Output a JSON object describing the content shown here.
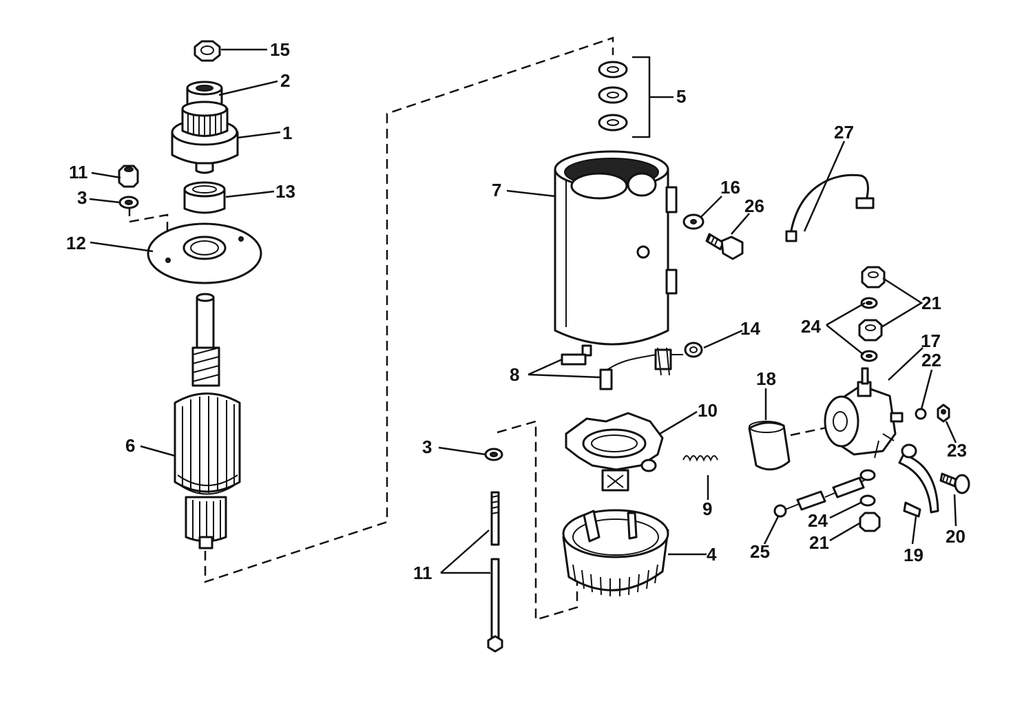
{
  "colors": {
    "ink": "#111111",
    "paper": "#ffffff"
  },
  "callouts": [
    {
      "id": "c15",
      "label": "15"
    },
    {
      "id": "c2",
      "label": "2"
    },
    {
      "id": "c1",
      "label": "1"
    },
    {
      "id": "c11a",
      "label": "11"
    },
    {
      "id": "c3a",
      "label": "3"
    },
    {
      "id": "c13",
      "label": "13"
    },
    {
      "id": "c12",
      "label": "12"
    },
    {
      "id": "c6",
      "label": "6"
    },
    {
      "id": "c5",
      "label": "5"
    },
    {
      "id": "c7",
      "label": "7"
    },
    {
      "id": "c16",
      "label": "16"
    },
    {
      "id": "c26",
      "label": "26"
    },
    {
      "id": "c27",
      "label": "27"
    },
    {
      "id": "c21a",
      "label": "21"
    },
    {
      "id": "c24a",
      "label": "24"
    },
    {
      "id": "c17",
      "label": "17"
    },
    {
      "id": "c14",
      "label": "14"
    },
    {
      "id": "c8",
      "label": "8"
    },
    {
      "id": "c18",
      "label": "18"
    },
    {
      "id": "c22",
      "label": "22"
    },
    {
      "id": "c10",
      "label": "10"
    },
    {
      "id": "c3b",
      "label": "3"
    },
    {
      "id": "c9",
      "label": "9"
    },
    {
      "id": "c23",
      "label": "23"
    },
    {
      "id": "c24b",
      "label": "24"
    },
    {
      "id": "c21b",
      "label": "21"
    },
    {
      "id": "c20",
      "label": "20"
    },
    {
      "id": "c4",
      "label": "4"
    },
    {
      "id": "c25",
      "label": "25"
    },
    {
      "id": "c19",
      "label": "19"
    },
    {
      "id": "c11b",
      "label": "11"
    }
  ]
}
